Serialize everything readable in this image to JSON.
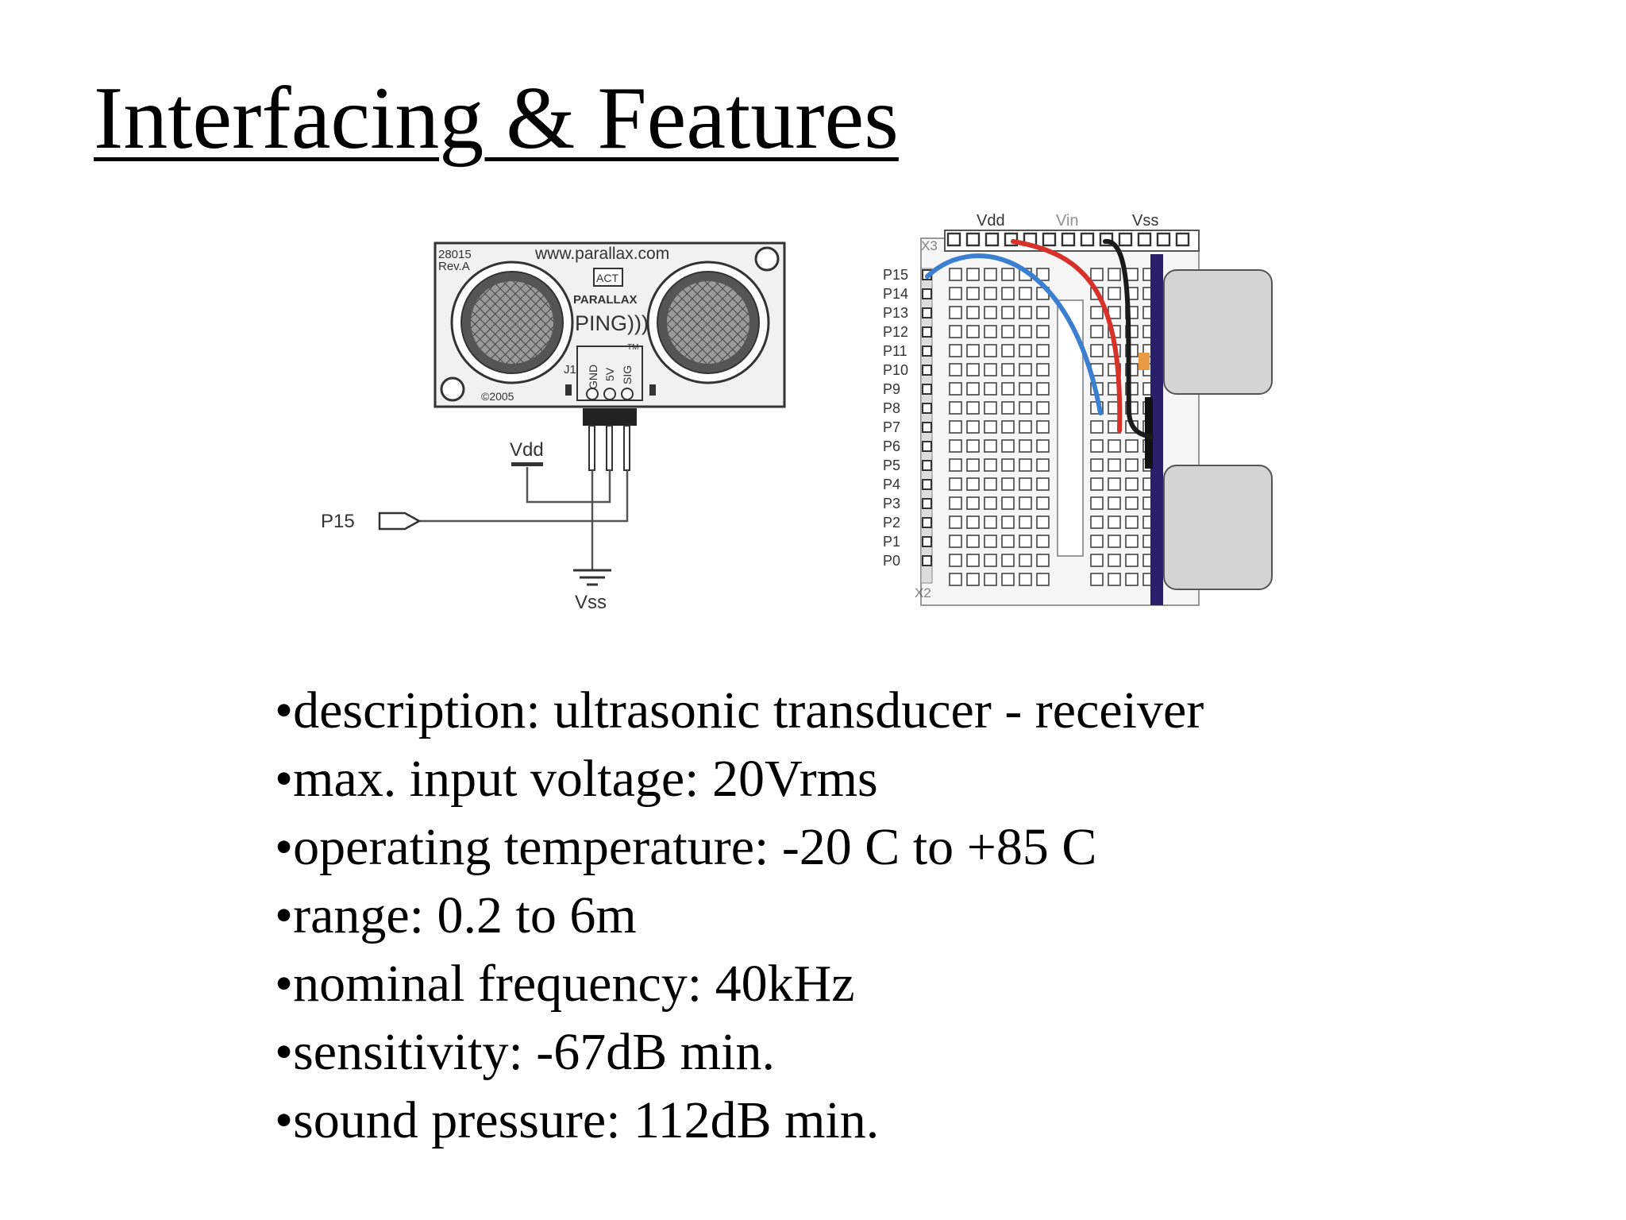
{
  "slide": {
    "title": "Interfacing & Features"
  },
  "schematic": {
    "board_id": "28015",
    "rev": "Rev.A",
    "url": "www.parallax.com",
    "act": "ACT",
    "brand": "PARALLAX",
    "product": "PING)))",
    "tm": "TM",
    "header": "J1",
    "pin_gnd": "GND",
    "pin_5v": "5V",
    "pin_sig": "SIG",
    "copyright": "©2005",
    "vdd": "Vdd",
    "p15": "P15",
    "vss": "Vss"
  },
  "breadboard": {
    "top_labels": [
      "Vdd",
      "Vin",
      "Vss"
    ],
    "x3": "X3",
    "x2": "X2",
    "pins": [
      "P15",
      "P14",
      "P13",
      "P12",
      "P11",
      "P10",
      "P9",
      "P8",
      "P7",
      "P6",
      "P5",
      "P4",
      "P3",
      "P2",
      "P1",
      "P0"
    ],
    "wire_colors": {
      "blue": "#3b7fd0",
      "red": "#d8312a",
      "black": "#1a1a1a",
      "pcb": "#2a1f6b"
    }
  },
  "features": [
    "description: ultrasonic transducer - receiver",
    "max. input voltage: 20Vrms",
    "operating temperature: -20  C to +85  C",
    "range: 0.2 to 6m",
    "nominal frequency: 40kHz",
    "sensitivity: -67dB min.",
    "sound pressure: 112dB min."
  ]
}
